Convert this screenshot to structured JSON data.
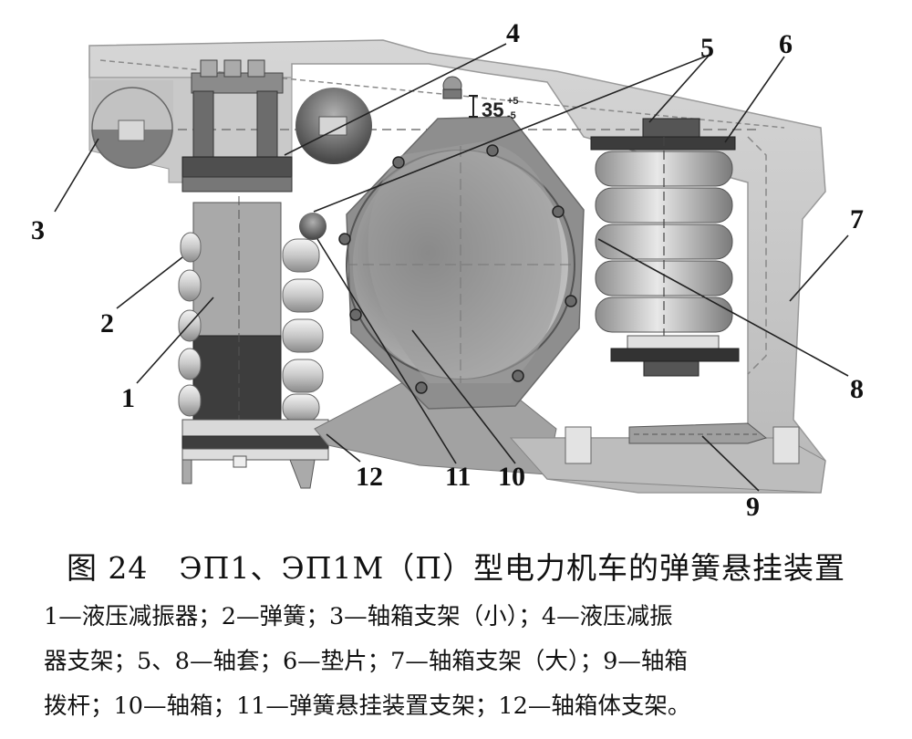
{
  "figure": {
    "caption": "图 24　ЭП1、ЭП1М（П）型电力机车的弹簧悬挂装置",
    "legend_lines": [
      "1—液压减振器；2—弹簧；3—轴箱支架（小）；4—液压减振",
      "器支架；5、8—轴套；6—垫片；7—轴箱支架（大）；9—轴箱",
      "拨杆；10—轴箱；11—弹簧悬挂装置支架；12—轴箱体支架。"
    ],
    "dimension": {
      "value": "35",
      "tol_upper": "+5",
      "tol_lower": "-5"
    },
    "callouts": [
      "1",
      "2",
      "3",
      "4",
      "5",
      "6",
      "7",
      "8",
      "9",
      "10",
      "11",
      "12"
    ]
  }
}
